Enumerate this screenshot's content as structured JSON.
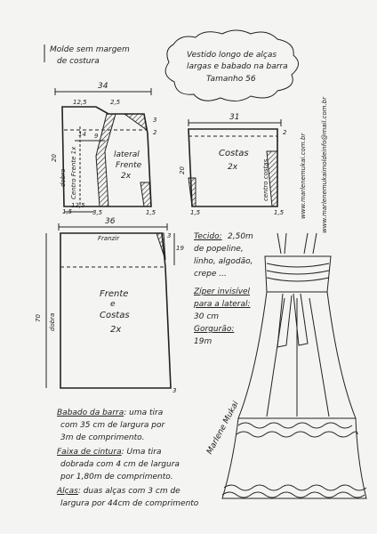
{
  "header": {
    "pattern_note_line1": "Molde sem margem",
    "pattern_note_line2": "de costura",
    "title_line1": "Vestido longo de alças",
    "title_line2": "largas e babado na barra",
    "size_label": "Tamanho 56"
  },
  "piece_top_left": {
    "width": "34",
    "dim_12_5": "12,5",
    "dim_2_5": "2,5",
    "dim_14": "14",
    "dim_2": "2",
    "dim_3": "3",
    "dim_20": "20",
    "dim_9": "9",
    "dim_1_5": "1,5",
    "dim_12_5_bottom": "12,5",
    "dim_3_5": "3,5",
    "dim_1_5_b": "1,5",
    "label_centro": "Centro Frente 1x",
    "label_dobra": "dobra",
    "label_lateral": "lateral",
    "label_frente": "Frente",
    "label_2x": "2x"
  },
  "piece_costas_small": {
    "width": "31",
    "dim_2": "2",
    "dim_20": "20",
    "dim_1_5": "1,5",
    "dim_1_5_b": "1,5",
    "label_costas": "Costas",
    "label_2x": "2x",
    "label_centro": "centro costas"
  },
  "piece_main": {
    "width": "36",
    "label_franzir": "Franzir",
    "dim_19": "19",
    "dim_3": "3",
    "dim_3_b": "3",
    "dim_70": "70",
    "label_dobra": "dobra",
    "label_frente": "Frente",
    "label_e": "e",
    "label_costas": "Costas",
    "label_2x": "2x"
  },
  "materials": {
    "tecido_title": "Tecido:",
    "tecido_value": "2,50m",
    "line2": "de popeline,",
    "line3": "linho, algodão,",
    "line4": "crepe ...",
    "ziper_title": "Zíper invisível",
    "ziper_line2": "para a lateral:",
    "ziper_line3": "30 cm",
    "gorgurao_title": "Gorgurão:",
    "gorgurao_value": "19m"
  },
  "notes": {
    "babado_title": "Babado da barra",
    "babado_text1": ": uma tira",
    "babado_text2": "com 35 cm de largura por",
    "babado_text3": "3m de comprimento.",
    "faixa_title": "Faixa de cintura",
    "faixa_text1": ": Uma tira",
    "faixa_text2": "dobrada com 4 cm de largura",
    "faixa_text3": "por 1,80m de comprimento.",
    "alcas_title": "Alças",
    "alcas_text1": ": duas alças com 3 cm de",
    "alcas_text2": "largura por 44cm de comprimento"
  },
  "side_text": {
    "url1": "www.marlenemukai.com.br",
    "url2": "www.marlenemukaimoldeinfo@mail.com.br"
  },
  "signature": "Marlene Mukai",
  "colors": {
    "paper": "#f4f4f2",
    "ink": "#1a1a1a"
  }
}
